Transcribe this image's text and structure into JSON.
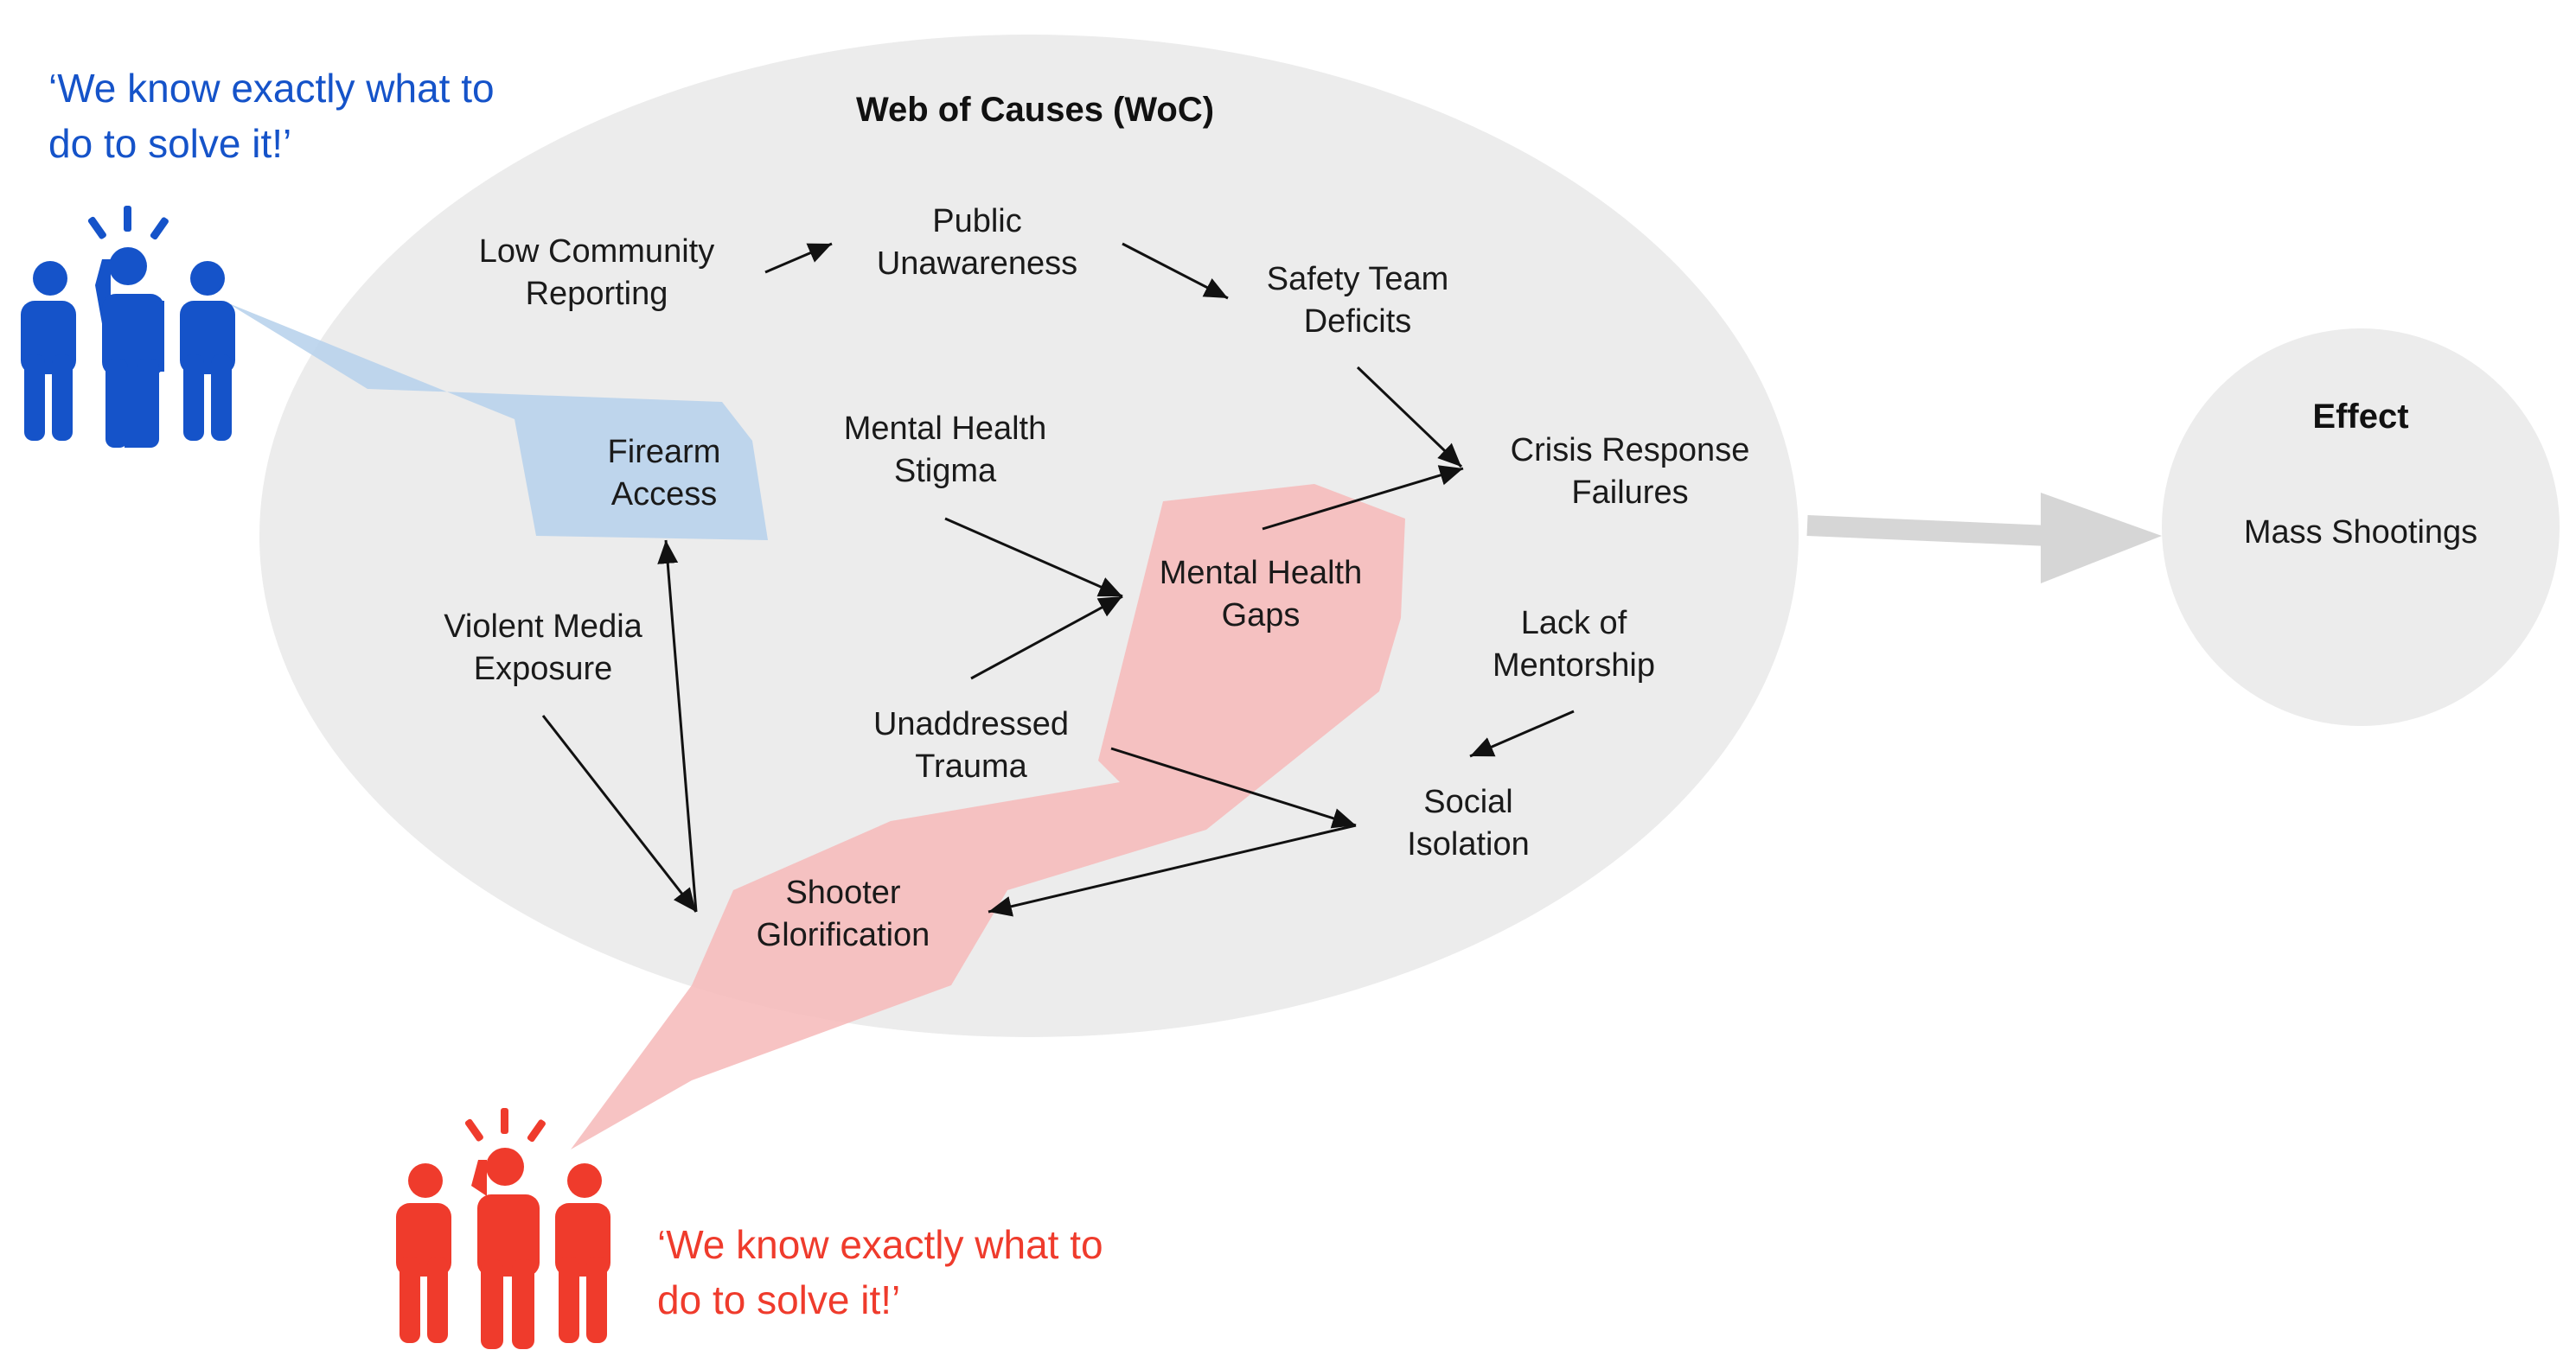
{
  "web_of_causes": {
    "title": "Web of Causes (WoC)",
    "nodes": {
      "low_community_reporting": [
        "Low Community",
        "Reporting"
      ],
      "public_unawareness": [
        "Public",
        "Unawareness"
      ],
      "safety_team_deficits": [
        "Safety Team",
        "Deficits"
      ],
      "firearm_access": [
        "Firearm",
        "Access"
      ],
      "mental_health_stigma": [
        "Mental Health",
        "Stigma"
      ],
      "crisis_response_failures": [
        "Crisis Response",
        "Failures"
      ],
      "mental_health_gaps": [
        "Mental Health",
        "Gaps"
      ],
      "violent_media_exposure": [
        "Violent Media",
        "Exposure"
      ],
      "lack_of_mentorship": [
        "Lack of",
        "Mentorship"
      ],
      "unaddressed_trauma": [
        "Unaddressed",
        "Trauma"
      ],
      "social_isolation": [
        "Social",
        "Isolation"
      ],
      "shooter_glorification": [
        "Shooter",
        "Glorification"
      ]
    }
  },
  "effect": {
    "title": "Effect",
    "label": "Mass Shootings"
  },
  "groups": {
    "blue": {
      "quote": [
        "‘We know exactly what to",
        "do to solve it!’"
      ],
      "color": "#1553c9",
      "highlight_color": "#b9d3ec",
      "icon": "group-of-people-icon"
    },
    "red": {
      "quote": [
        "‘We know exactly what to",
        "do to solve it!’"
      ],
      "color": "#ef3b2c",
      "highlight_color": "#f6bcbc",
      "icon": "group-of-people-icon"
    }
  },
  "colors": {
    "web_background": "#ececec",
    "arrow": "#111111",
    "effect_arrow": "#d6d6d6"
  }
}
